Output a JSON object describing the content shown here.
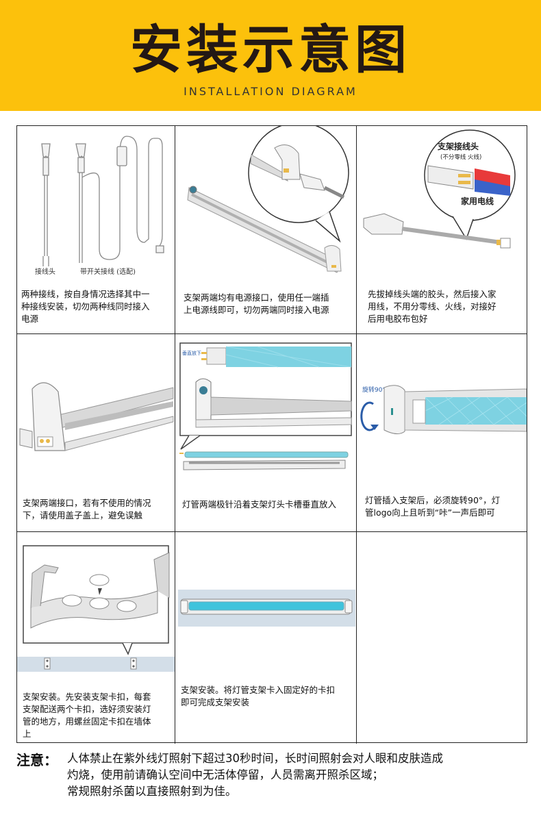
{
  "header": {
    "title": "安装示意图",
    "subtitle": "INSTALLATION DIAGRAM"
  },
  "colors": {
    "banner": "#fcc10c",
    "tube_glow": "#7ed2e2",
    "wire_red": "#e83a3a",
    "wire_blue": "#3a63c9",
    "connector_gold": "#e9b94a"
  },
  "cells": [
    {
      "caption": [
        "两种接线，按自身情况选择其中一",
        "种接线安装，切勿两种线同时接入",
        "电源"
      ],
      "labels": {
        "plug_only": "接线头",
        "plug_switch": "带开关接线 (选配)"
      }
    },
    {
      "caption": [
        "支架两端均有电源接口，使用任一端插",
        "上电源线即可，切勿两端同时接入电源"
      ]
    },
    {
      "caption": [
        "先拔掉线头端的胶头，然后接入家",
        "用线，不用分零线、火线，对接好",
        "后用电胶布包好"
      ],
      "labels": {
        "bracket_connector": "支架接线头",
        "no_polarity": "(不分零线 火线)",
        "household_wire": "家用电线"
      }
    },
    {
      "caption": [
        "支架两端接口，若有不使用的情况",
        "下，请使用盖子盖上，避免误触"
      ]
    },
    {
      "caption": [
        "灯管两端极针沿着支架灯头卡槽垂直放入"
      ],
      "labels": {
        "vertical_insert": "垂直放下"
      }
    },
    {
      "caption": [
        "灯管插入支架后，必须旋转90°，灯",
        "管logo向上且听到“咔”一声后即可"
      ],
      "labels": {
        "rotate": "旋转90°"
      }
    },
    {
      "caption": [
        "支架安装。先安装支架卡扣，每套",
        "支架配送两个卡扣，选好须安装灯",
        "管的地方，用螺丝固定卡扣在墙体",
        "上"
      ]
    },
    {
      "caption": [
        "支架安装。将灯管支架卡入固定好的卡扣",
        "即可完成支架安装"
      ]
    },
    {
      "caption": []
    }
  ],
  "note": {
    "label": "注意：",
    "lines": [
      "人体禁止在紫外线灯照射下超过30秒时间，长时间照射会对人眼和皮肤造成",
      "灼烧，使用前请确认空间中无活体停留，人员需离开照杀区域；",
      "常规照射杀菌以直接照射到为佳。"
    ]
  }
}
